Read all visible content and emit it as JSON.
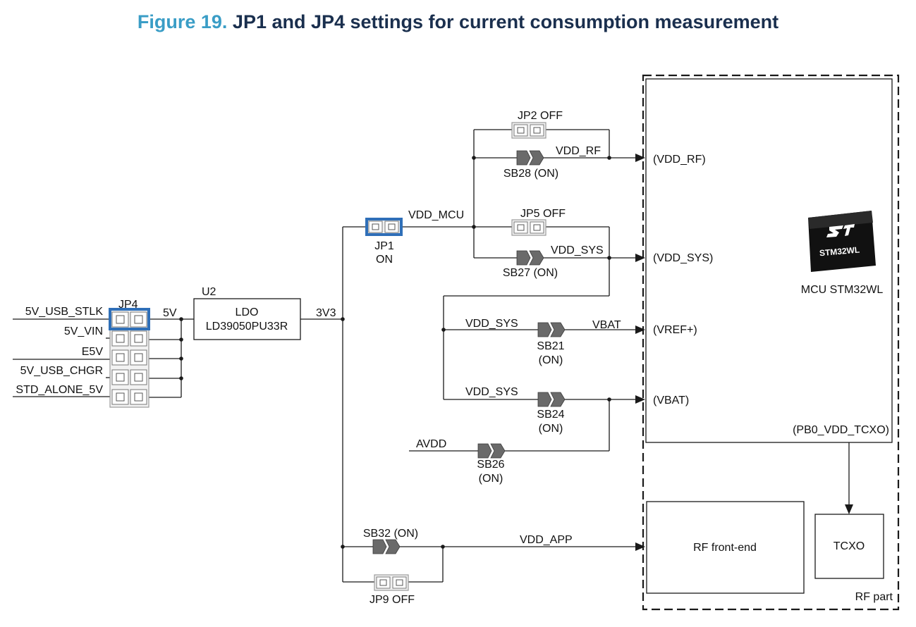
{
  "title": {
    "figure": "Figure 19.",
    "text": " JP1 and JP4 settings for current consumption measurement"
  },
  "labels": {
    "jp2": "JP2 OFF",
    "vdd_rf_net": "VDD_RF",
    "sb28": "SB28 (ON)",
    "vdd_mcu": "VDD_MCU",
    "jp5": "JP5 OFF",
    "vdd_sys_net": "VDD_SYS",
    "sb27": "SB27 (ON)",
    "jp1": "JP1",
    "jp1_state": "ON",
    "u2": "U2",
    "jp4": "JP4",
    "net_5v": "5V",
    "net_3v3": "3V3",
    "ldo1": "LDO",
    "ldo2": "LD39050PU33R",
    "in_5v_usb_stlk": "5V_USB_STLK",
    "in_5v_vin": "5V_VIN",
    "in_e5v": "E5V",
    "in_5v_usb_chgr": "5V_USB_CHGR",
    "in_std_alone_5v": "STD_ALONE_5V",
    "vdd_sys_a": "VDD_SYS",
    "vbat_net": "VBAT",
    "sb21": "SB21",
    "on_a": "(ON)",
    "vdd_sys_b": "VDD_SYS",
    "sb24": "SB24",
    "on_b": "(ON)",
    "avdd": "AVDD",
    "sb26": "SB26",
    "on_c": "(ON)",
    "sb32": "SB32 (ON)",
    "vdd_app": "VDD_APP",
    "jp9": "JP9 OFF",
    "pin_vdd_rf": "(VDD_RF)",
    "pin_vdd_sys": "(VDD_SYS)",
    "pin_vref": "(VREF+)",
    "pin_vbat": "(VBAT)",
    "pin_pb0": "(PB0_VDD_TCXO)",
    "mcu": "MCU STM32WL",
    "chip_text": "STM32WL",
    "rf_frontend": "RF front-end",
    "tcxo": "TCXO",
    "rf_part": "RF part"
  },
  "colors": {
    "figure_accent": "#3a9dc6",
    "title": "#1a2f4e",
    "jumper_highlight": "#2f6fb8"
  },
  "icons": {
    "st_logo": "st-logo-icon"
  }
}
